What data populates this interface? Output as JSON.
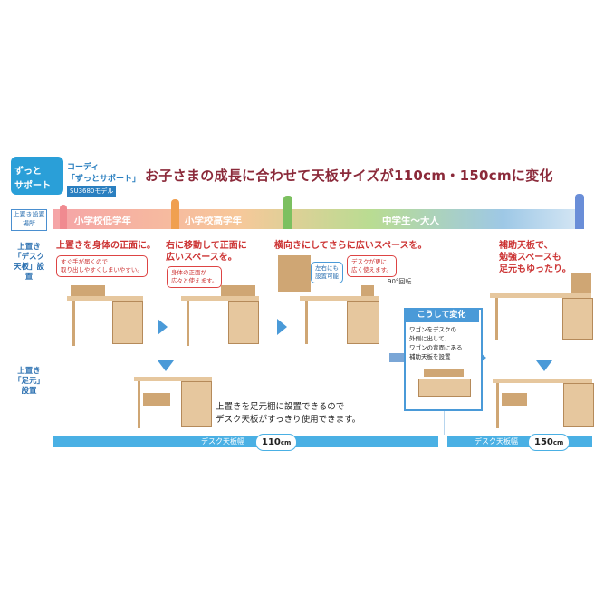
{
  "logo": {
    "line1": "ずっと",
    "line2": "サポート"
  },
  "model": {
    "line": "コーディ",
    "name": "「ずっとサポート」",
    "number": "SU3680モデル"
  },
  "headline": "お子さまの成長に合わせて天板サイズが110cm・150cmに変化",
  "side": {
    "top": "上置き設置場所",
    "desk": "上置き「デスク天板」設置",
    "foot": "上置き「足元」設置"
  },
  "stages": [
    "小学校低学年",
    "小学校高学年",
    "中学生～大人"
  ],
  "captions": {
    "c1": "上置きを身体の正面に。",
    "c2a": "右に移動して正面に",
    "c2b": "広いスペースを。",
    "c3": "横向きにしてさらに広いスペースを。",
    "c4a": "補助天板で、",
    "c4b": "勉強スペースも",
    "c4c": "足元もゆったり。"
  },
  "notes": {
    "n1a": "すぐ手が届くので",
    "n1b": "取り出しやすくしまいやすい。",
    "n2a": "身体の正面が",
    "n2b": "広々と使えます。",
    "n3a": "左右にも",
    "n3b": "設置可能",
    "n4a": "デスクが更に",
    "n4b": "広く使えます。"
  },
  "rotation": "90°回転",
  "change": {
    "title": "こうして変化",
    "l1": "ワゴンをデスクの",
    "l2": "外側に出して、",
    "l3": "ワゴンの背面にある",
    "l4": "補助天板を設置"
  },
  "foot": {
    "l1": "上置きを足元棚に設置できるので",
    "l2": "デスク天板がすっきり使用できます。"
  },
  "bars": {
    "label": "デスク天板幅",
    "size1": "110",
    "size2": "150",
    "unit": "cm"
  },
  "colors": {
    "accent": "#4a9ad8",
    "headline": "#8b2a3a",
    "caption": "#cc3333"
  }
}
